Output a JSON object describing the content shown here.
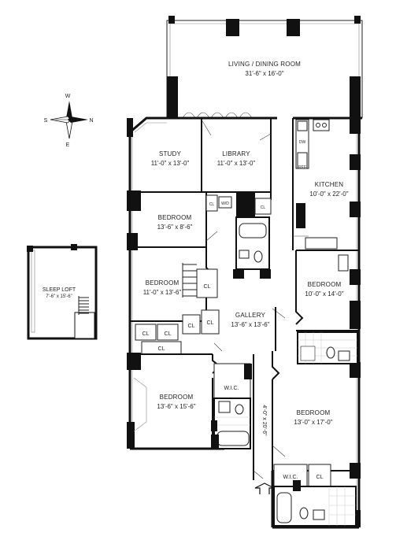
{
  "compass": {
    "north": "N",
    "south": "S",
    "east": "E",
    "west": "W"
  },
  "rooms": {
    "living_dining": {
      "name": "LIVING / DINING ROOM",
      "dims": "31'-6\" x 16'-0\""
    },
    "study": {
      "name": "STUDY",
      "dims": "11'-0\" x 13'-0\""
    },
    "library": {
      "name": "LIBRARY",
      "dims": "11'-0\" x 13'-0\""
    },
    "kitchen": {
      "name": "KITCHEN",
      "dims": "10'-0\" x 22'-0\""
    },
    "bedroom_small": {
      "name": "BEDROOM",
      "dims": "13'-6\" x 8'-6\""
    },
    "bedroom_mid": {
      "name": "BEDROOM",
      "dims": "11'-0\" x 13'-6\""
    },
    "bedroom_east": {
      "name": "BEDROOM",
      "dims": "10'-0\" x 14'-0\""
    },
    "gallery": {
      "name": "GALLERY",
      "dims": "13'-6\" x 13'-6\""
    },
    "bedroom_sw": {
      "name": "BEDROOM",
      "dims": "13'-6\" x 15'-6\""
    },
    "bedroom_se": {
      "name": "BEDROOM",
      "dims": "13'-0\" x 17'-0\""
    },
    "sleep_loft": {
      "name": "SLEEP LOFT",
      "dims": "7'-6\" x 15'-6\""
    },
    "hall": {
      "dims": "4'-0\" x 20'-6\""
    }
  },
  "labels": {
    "closet": "CL",
    "walk_in_closet": "W.I.C.",
    "washer_dryer": "W/D",
    "refrigerator": "REF",
    "dishwasher": "DW"
  }
}
